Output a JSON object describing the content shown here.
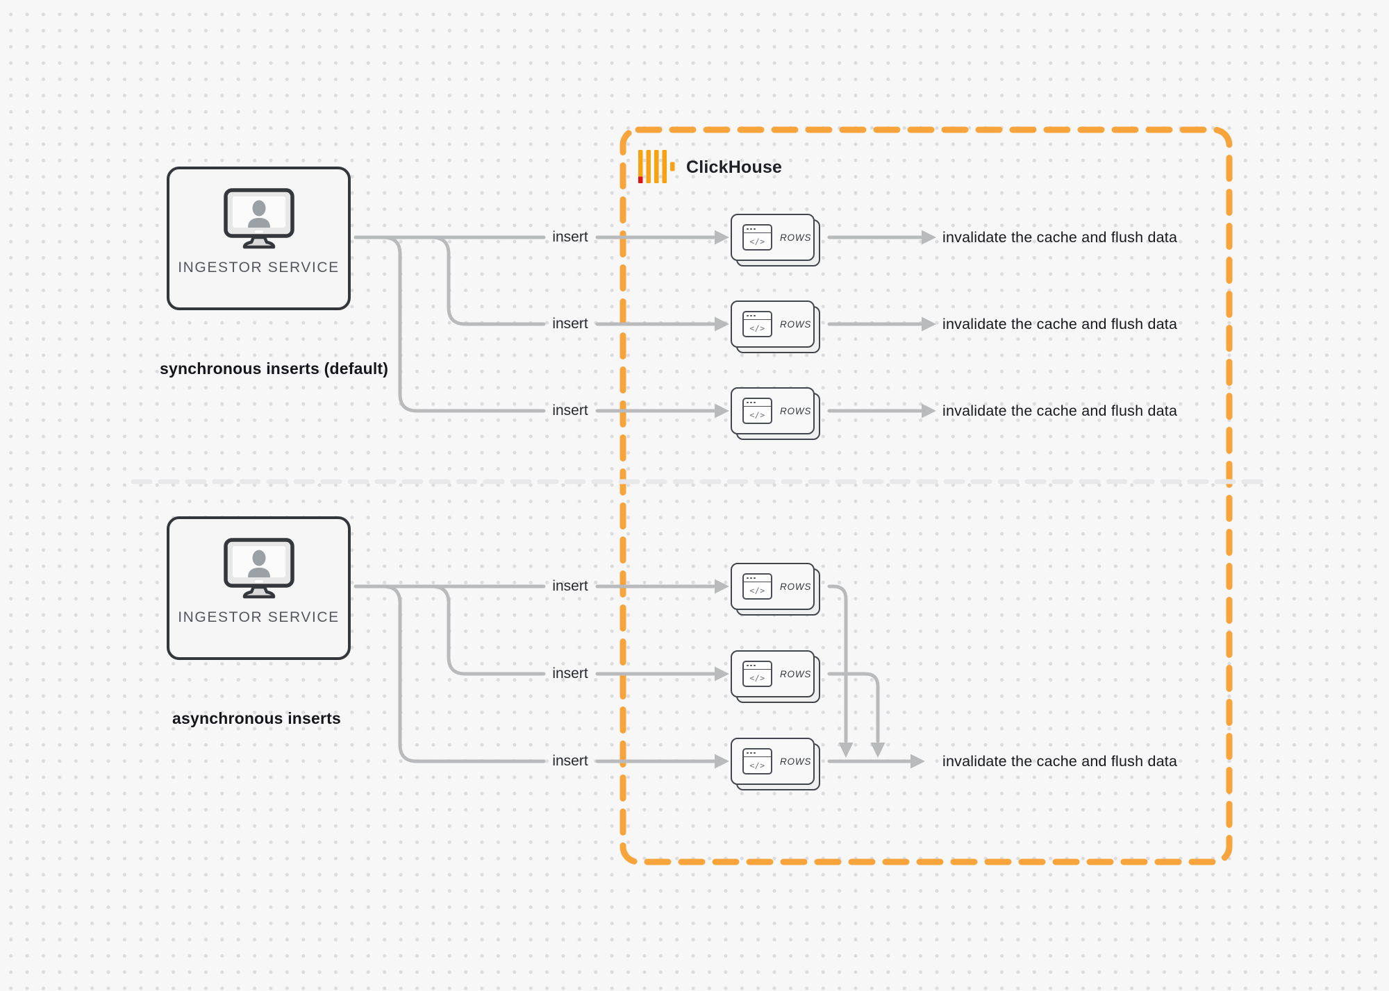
{
  "diagram": {
    "clickhouse": {
      "name": "ClickHouse"
    },
    "sync": {
      "ingestor_label": "INGESTOR SERVICE",
      "caption": "synchronous inserts (default)",
      "rows": [
        {
          "insert_label": "insert",
          "card_label": "ROWS",
          "result_label": "invalidate the cache and flush data"
        },
        {
          "insert_label": "insert",
          "card_label": "ROWS",
          "result_label": "invalidate the cache and flush data"
        },
        {
          "insert_label": "insert",
          "card_label": "ROWS",
          "result_label": "invalidate the cache and flush data"
        }
      ]
    },
    "async": {
      "ingestor_label": "INGESTOR SERVICE",
      "caption": "asynchronous inserts",
      "rows": [
        {
          "insert_label": "insert",
          "card_label": "ROWS"
        },
        {
          "insert_label": "insert",
          "card_label": "ROWS"
        },
        {
          "insert_label": "insert",
          "card_label": "ROWS"
        }
      ],
      "result_label": "invalidate the cache and flush data"
    },
    "card_glyph": "</>",
    "colors": {
      "accent_orange": "#f8a43d",
      "logo_yellow": "#f5a312",
      "logo_red": "#e11216",
      "wire_gray": "#b9babb",
      "divider_gray": "#e8e8ea"
    }
  }
}
